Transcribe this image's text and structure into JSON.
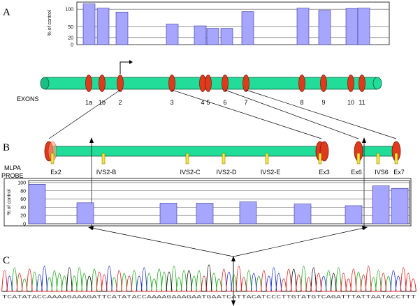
{
  "panels": {
    "a": "A",
    "b": "B",
    "c": "C"
  },
  "colors": {
    "bar": "#a6a6ff",
    "bar_stroke": "#333399",
    "gene": "#22dd99",
    "gene_stroke": "#0a5a3a",
    "exon": "#e03a1c",
    "exon_stroke": "#7a1505",
    "probe": "#f6e43a",
    "probe_stroke": "#7a6d00"
  },
  "panel_a": {
    "ylabel": "% of control",
    "yticks": [
      "0",
      "20",
      "50",
      "100"
    ],
    "exons_label": "EXONS",
    "exon_labels": [
      "1a",
      "1b",
      "2",
      "3",
      "4",
      "5",
      "6",
      "7",
      "8",
      "9",
      "10",
      "11"
    ]
  },
  "panel_b": {
    "mlpa_label": "MLPA",
    "probe_label": "PROBE",
    "ylabel": "% of control",
    "yticks": [
      "0",
      "20",
      "40",
      "60",
      "80",
      "100"
    ],
    "probe_labels": [
      "Ex2",
      "IVS2-B",
      "IVS2-C",
      "IVS2-D",
      "IVS2-E",
      "Ex3",
      "Ex6",
      "IVS6",
      "Ex7"
    ]
  },
  "panel_c": {
    "sequence": "TCATATACCAAAAGAAAGATTCATATACCAAAAGAAAGAATGAATCATTACATCCCTTGTATGTCAGATTTATTAATACCTTT"
  },
  "chart_data": [
    {
      "type": "bar",
      "categories": [
        "1a",
        "1b",
        "2",
        "3",
        "4",
        "5",
        "6",
        "7",
        "8",
        "9",
        "10",
        "11"
      ],
      "values": [
        115,
        103,
        92,
        58,
        53,
        46,
        46,
        93,
        103,
        97,
        102,
        103
      ],
      "ylabel": "% of control",
      "ylim": [
        0,
        120
      ]
    },
    {
      "type": "bar",
      "categories": [
        "Ex2",
        "IVS2-B",
        "IVS2-C",
        "IVS2-D",
        "IVS2-E",
        "Ex3",
        "Ex6",
        "IVS6",
        "Ex7"
      ],
      "values": [
        96,
        51,
        50,
        50,
        53,
        48,
        44,
        92,
        86
      ],
      "ylabel": "% of control",
      "ylim": [
        0,
        100
      ]
    }
  ]
}
